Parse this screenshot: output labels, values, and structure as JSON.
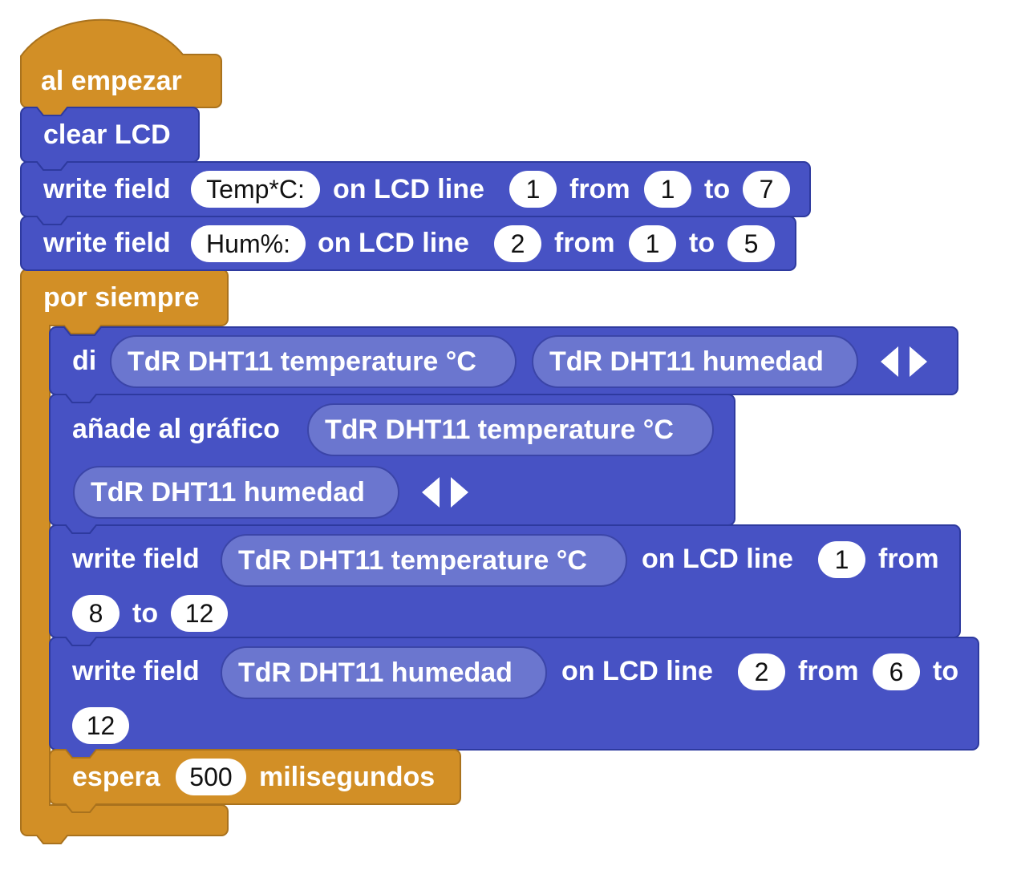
{
  "colors": {
    "event": "#d28f26",
    "event_border": "#a9721d",
    "lcd": "#4752c4",
    "lcd_border": "#2e3a9f",
    "reporter": "#6b76cf",
    "text": "#ffffff"
  },
  "hat": {
    "label": "al empezar"
  },
  "clear_lcd": {
    "label": "clear LCD"
  },
  "write1": {
    "label": "write field",
    "value": "Temp*C:",
    "on_lcd_line": "on LCD line",
    "line": "1",
    "from_label": "from",
    "from": "1",
    "to_label": "to",
    "to": "7"
  },
  "write2": {
    "label": "write field",
    "value": "Hum%:",
    "on_lcd_line": "on LCD line",
    "line": "2",
    "from_label": "from",
    "from": "1",
    "to_label": "to",
    "to": "5"
  },
  "forever": {
    "label": "por siempre"
  },
  "say": {
    "label": "di",
    "arg1": "TdR DHT11 temperature °C",
    "arg2": "TdR DHT11 humedad",
    "icon": "left-right-arrows"
  },
  "plot": {
    "label": "añade al gráfico",
    "arg1": "TdR DHT11 temperature °C",
    "arg2": "TdR DHT11 humedad",
    "icon": "left-right-arrows"
  },
  "write3": {
    "label": "write field",
    "value": "TdR DHT11 temperature °C",
    "on_lcd_line": "on LCD line",
    "line": "1",
    "from_label": "from",
    "from": "8",
    "to_label": "to",
    "to": "12"
  },
  "write4": {
    "label": "write field",
    "value": "TdR DHT11 humedad",
    "on_lcd_line": "on LCD line",
    "line": "2",
    "from_label": "from",
    "from": "6",
    "to_label": "to",
    "to": "12"
  },
  "wait": {
    "label": "espera",
    "value": "500",
    "unit": "milisegundos"
  }
}
